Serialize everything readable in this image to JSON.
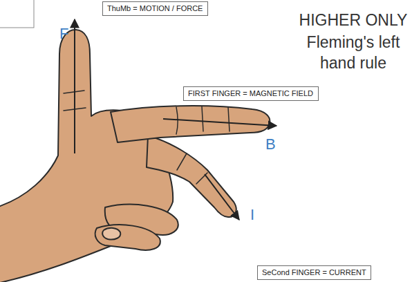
{
  "diagram": {
    "title": "Fleming's left hand rule",
    "nodes": [
      {
        "text": [
          "ThuMb = MOTION / FORCE"
        ]
      },
      {
        "text": [
          "FIRST FINGER = MAGNETIC FIELD"
        ]
      },
      {
        "text": [
          "SeCond FINGER = CURRENT"
        ]
      }
    ],
    "labels": [
      "HIGHER ONLY",
      "F",
      "B",
      "I"
    ]
  }
}
